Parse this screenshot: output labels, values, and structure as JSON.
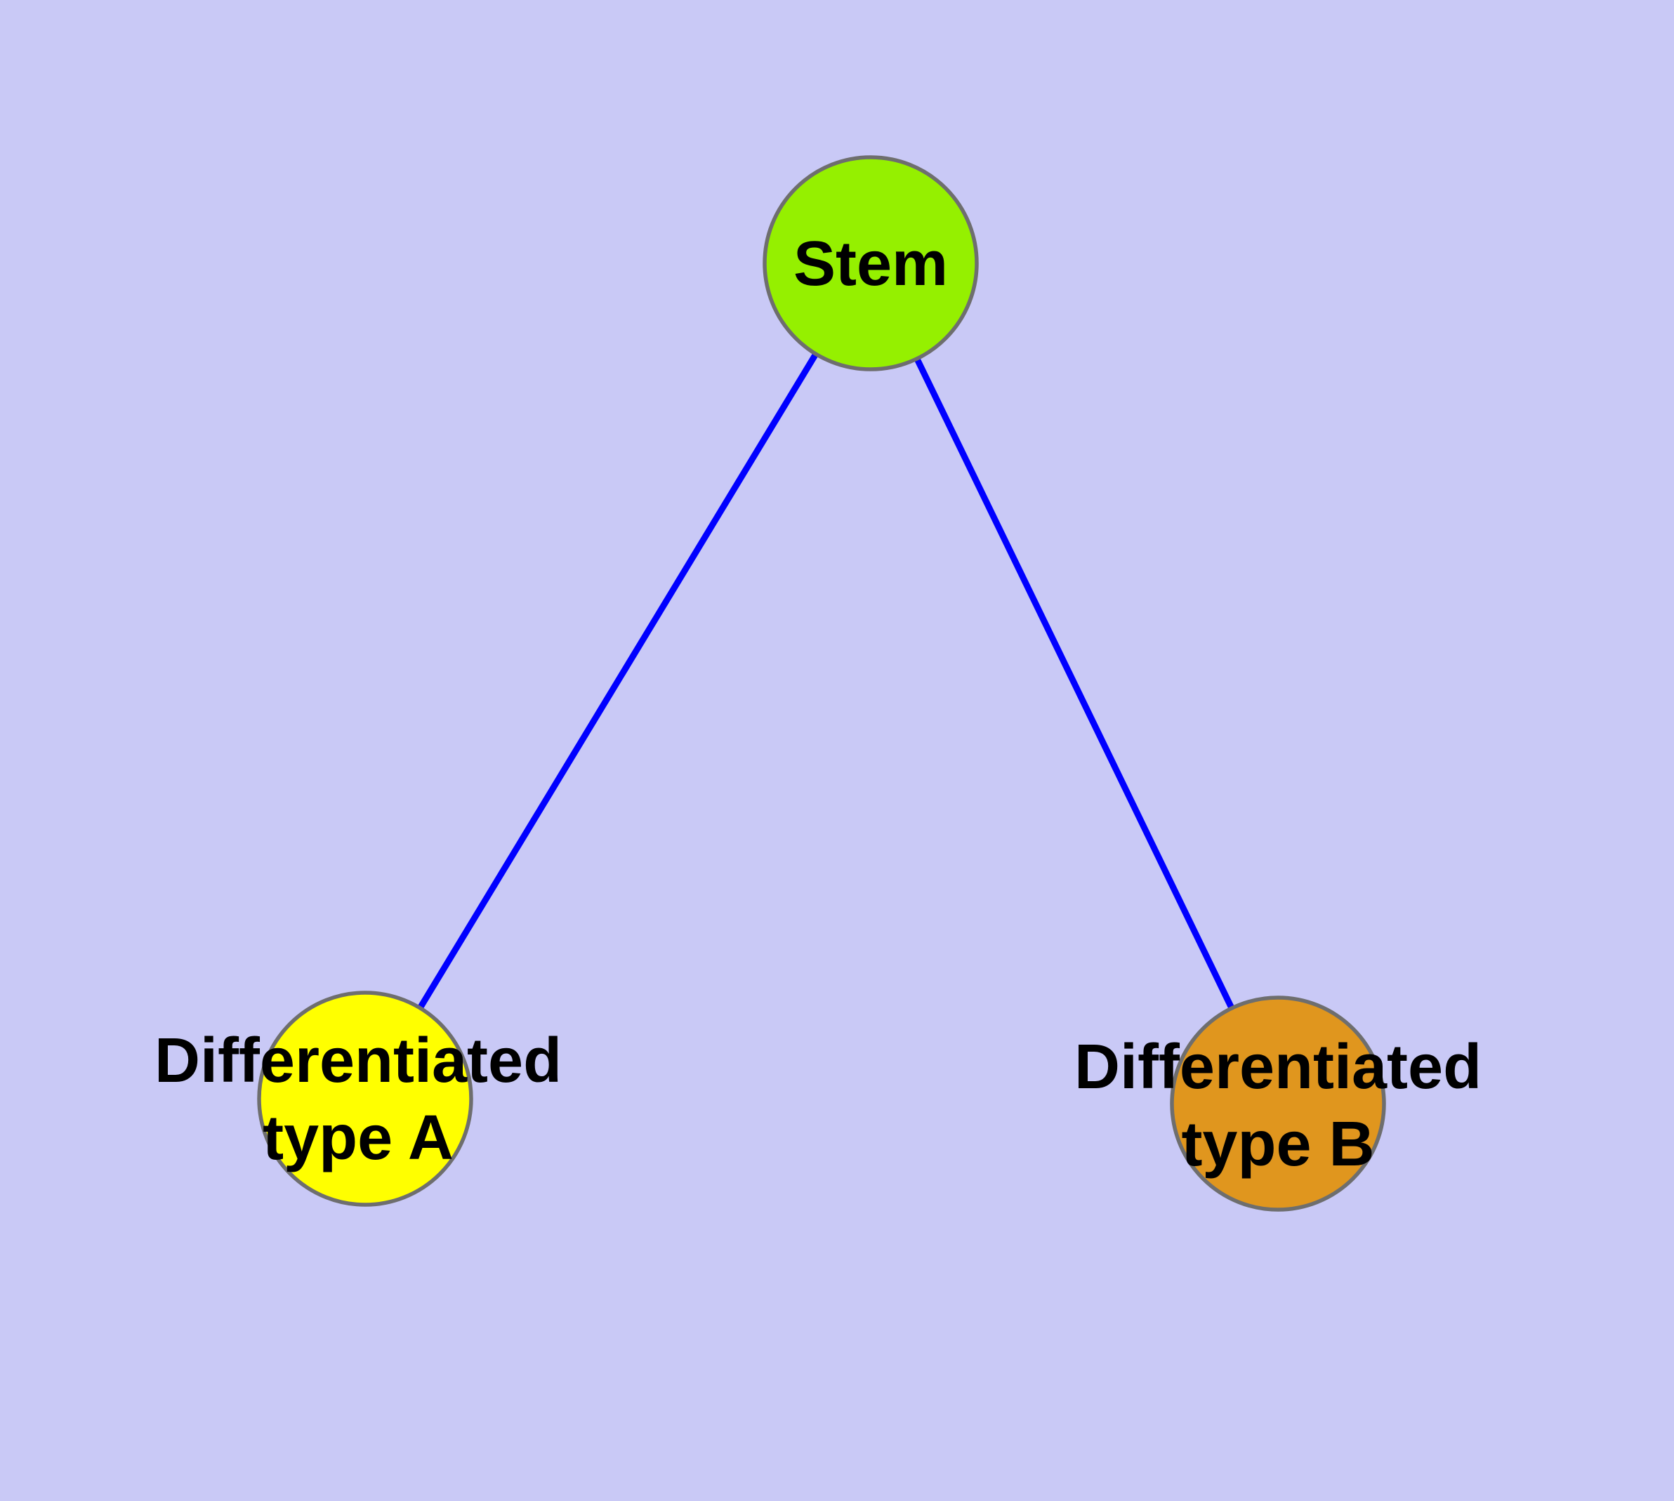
{
  "diagram": {
    "nodes": [
      {
        "id": "stem",
        "label": "Stem",
        "fill": "#95F000"
      },
      {
        "id": "type-a",
        "label": "Differentiated\ntype A",
        "fill": "#FFFF00"
      },
      {
        "id": "type-b",
        "label": "Differentiated\ntype B",
        "fill": "#E0961E"
      }
    ],
    "edges": [
      {
        "from": "stem",
        "to": "type-a"
      },
      {
        "from": "stem",
        "to": "type-b"
      }
    ],
    "style": {
      "background_color": "#C9C9F6",
      "edge_color": "#0000FF",
      "node_border_color": "#6E6E6E",
      "text_color": "#000000"
    }
  }
}
